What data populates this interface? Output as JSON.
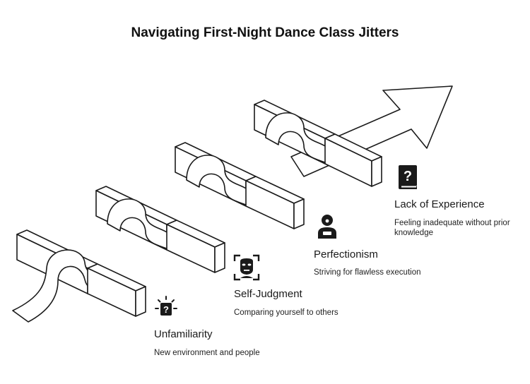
{
  "title": "Navigating First-Night Dance Class Jitters",
  "steps": [
    {
      "title": "Unfamiliarity",
      "description": "New environment and people",
      "icon": "question-badge-icon"
    },
    {
      "title": "Self-Judgment",
      "description": "Comparing yourself to others",
      "icon": "face-scan-icon"
    },
    {
      "title": "Perfectionism",
      "description": "Striving for flawless execution",
      "icon": "person-icon"
    },
    {
      "title": "Lack of Experience",
      "description": "Feeling inadequate without prior knowledge",
      "icon": "question-book-icon"
    }
  ]
}
